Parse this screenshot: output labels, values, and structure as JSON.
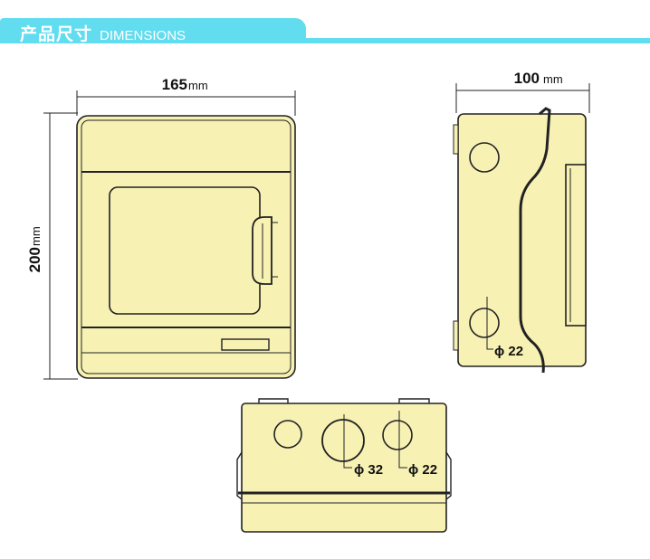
{
  "header": {
    "title_cn": "产品尺寸",
    "title_en": "DIMENSIONS",
    "accent_color": "#62dcef"
  },
  "front_view": {
    "width_value": "165",
    "width_unit": "mm",
    "height_value": "200",
    "height_unit": "mm"
  },
  "side_view": {
    "depth_value": "100",
    "depth_unit": "mm",
    "hole_label": "ϕ 22"
  },
  "bottom_view": {
    "hole_large_label": "ϕ 32",
    "hole_small_label": "ϕ 22"
  },
  "colors": {
    "body_fill": "#f7f1b4",
    "outline": "#222222"
  }
}
